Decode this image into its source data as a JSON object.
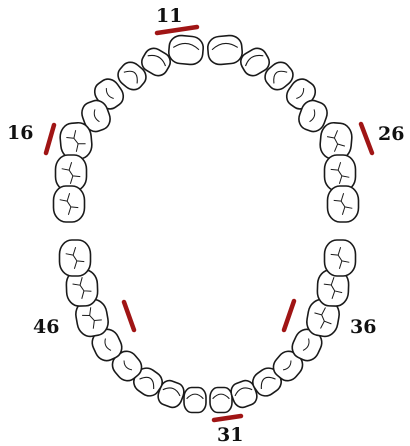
{
  "labels": {
    "t11": "11",
    "t16": "16",
    "t26": "26",
    "t46": "46",
    "t36": "36",
    "t31": "31"
  },
  "colors": {
    "marker": "#a01515",
    "outline": "#1a1a1a"
  }
}
